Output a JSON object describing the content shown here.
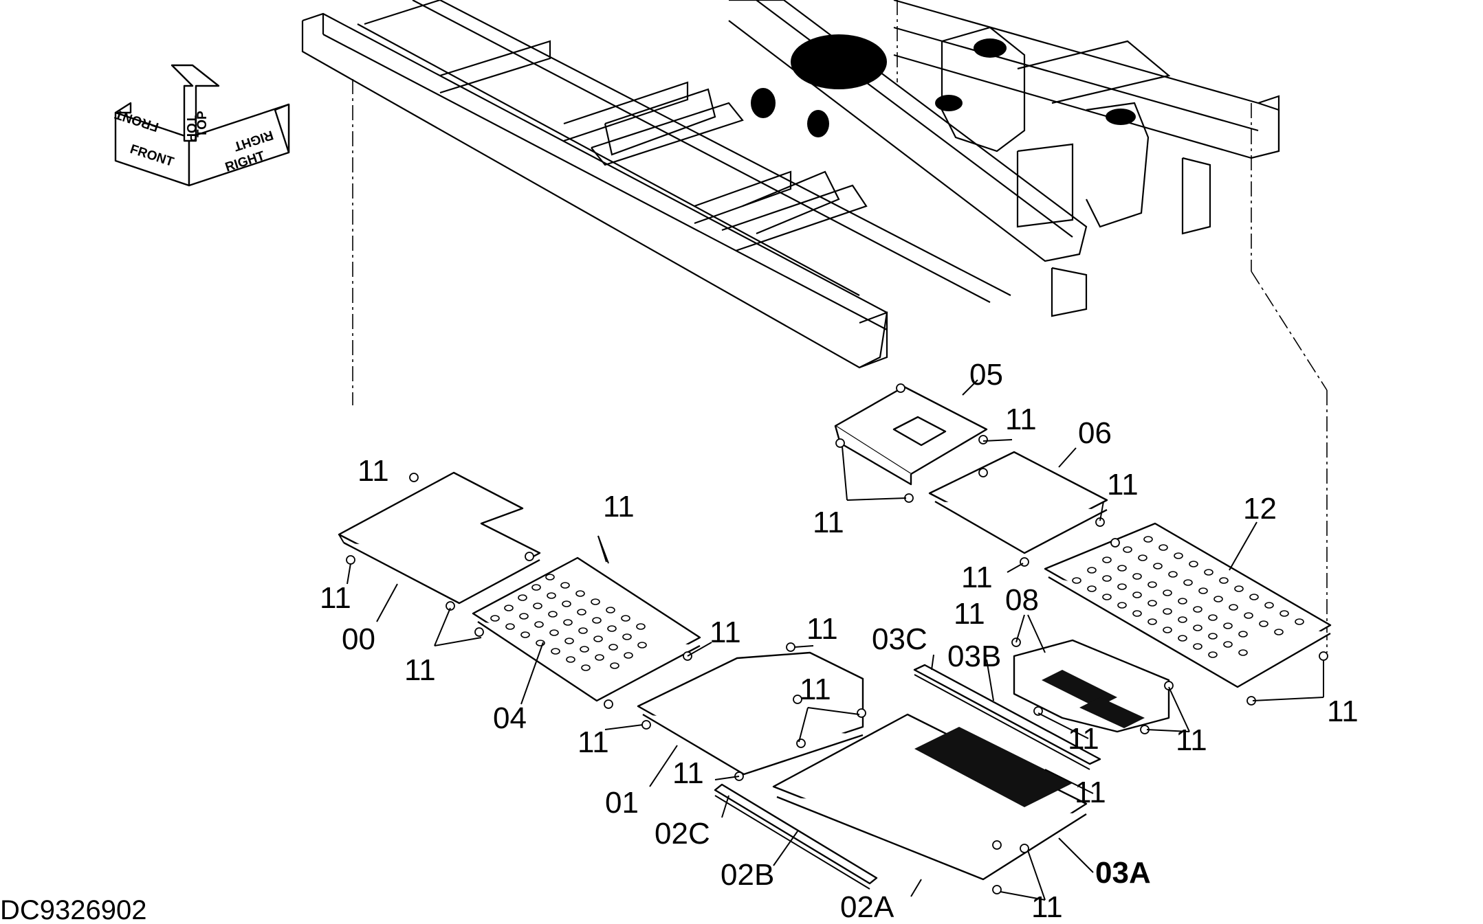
{
  "drawing": {
    "id": "DC9326902",
    "orientation": {
      "front": "FRONT",
      "top": "TOP",
      "right": "RIGHT"
    }
  },
  "labels": {
    "p00": "00",
    "p01": "01",
    "p02a": "02A",
    "p02b": "02B",
    "p02c": "02C",
    "p03a": "03A",
    "p03b": "03B",
    "p03c": "03C",
    "p04": "04",
    "p05": "05",
    "p06": "06",
    "p08": "08",
    "p12": "12",
    "bolt": "11"
  }
}
